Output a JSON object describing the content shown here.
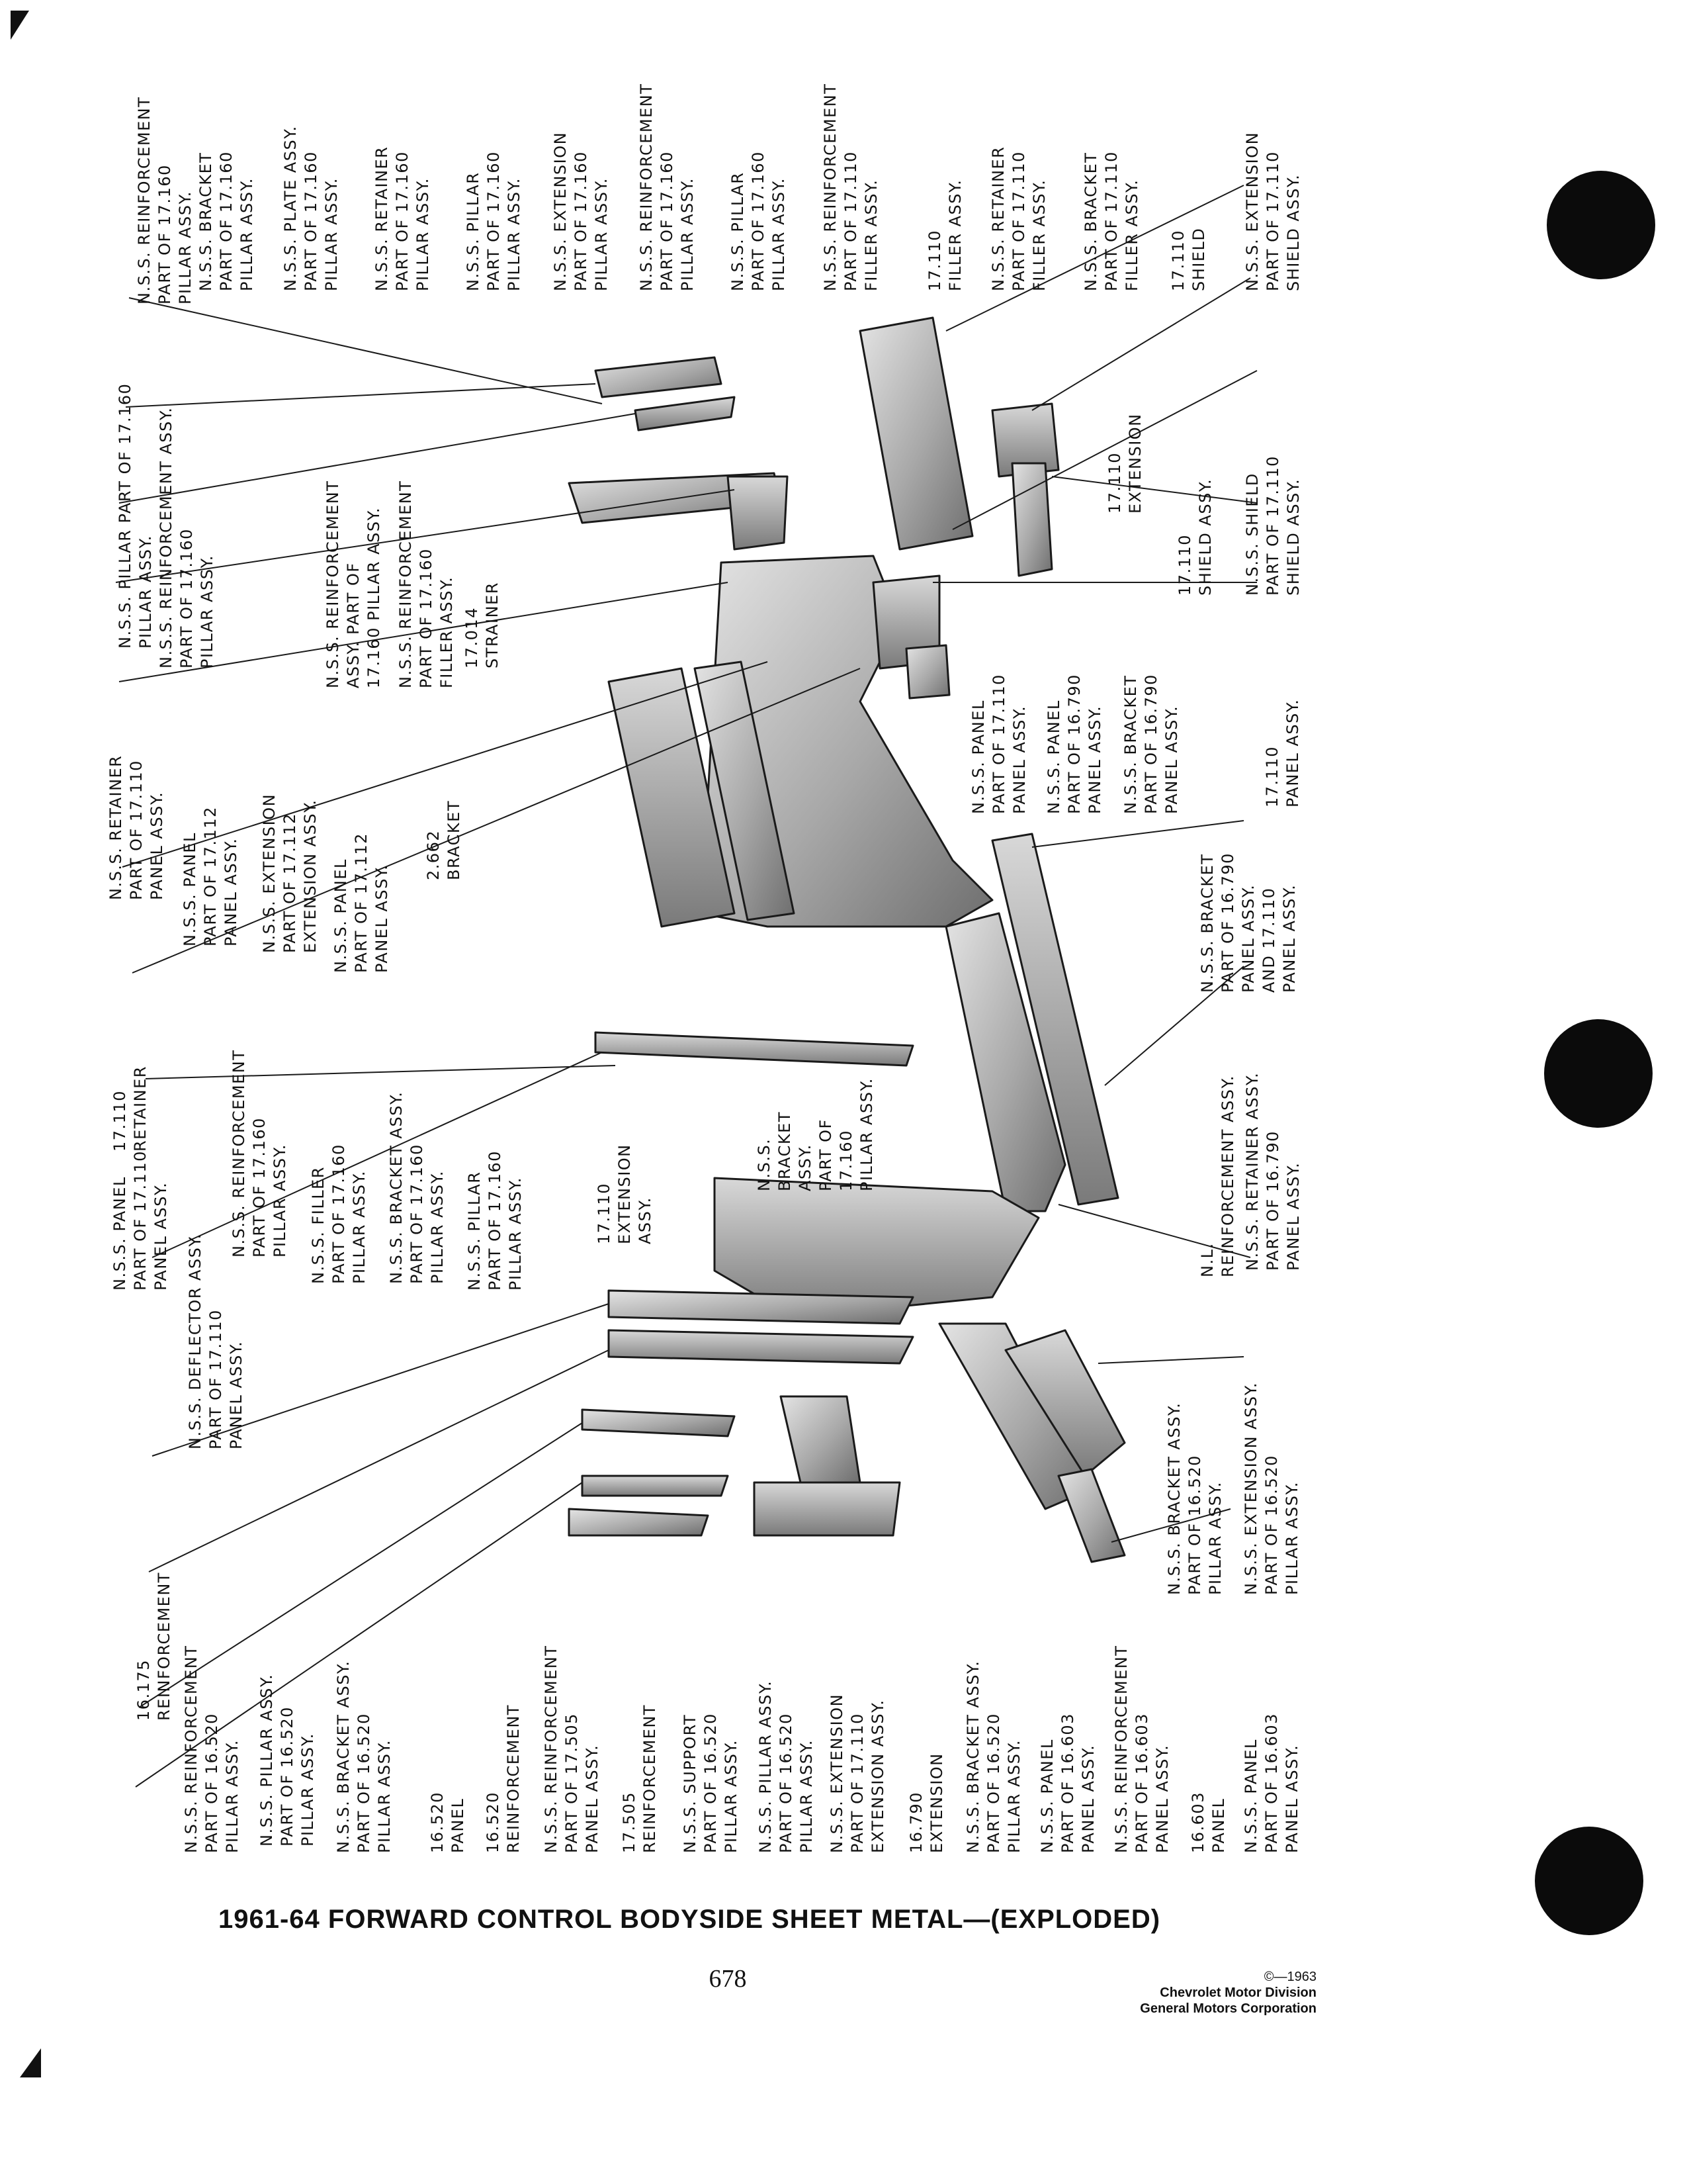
{
  "page": {
    "title": "1961-64 FORWARD CONTROL BODYSIDE SHEET METAL—(EXPLODED)",
    "page_number": "678",
    "copyright": {
      "line1": "©—1963",
      "line2": "Chevrolet Motor Division",
      "line3": "General Motors Corporation"
    }
  },
  "labels": {
    "top": [
      {
        "id": "t1",
        "lines": [
          "N.S.S. REINFORCEMENT",
          "PART OF 17.160",
          "PILLAR ASSY."
        ]
      },
      {
        "id": "t2",
        "lines": [
          "N.S.S. BRACKET",
          "PART OF 17.160",
          "PILLAR ASSY."
        ]
      },
      {
        "id": "t3",
        "lines": [
          "N.S.S. PLATE ASSY.",
          "PART OF 17.160",
          "PILLAR ASSY."
        ]
      },
      {
        "id": "t4",
        "lines": [
          "N.S.S. RETAINER",
          "PART OF 17.160",
          "PILLAR ASSY."
        ]
      },
      {
        "id": "t5",
        "lines": [
          "N.S.S. PILLAR",
          "PART OF 17.160",
          "PILLAR ASSY."
        ]
      },
      {
        "id": "t6",
        "lines": [
          "N.S.S. EXTENSION",
          "PART OF 17.160",
          "PILLAR ASSY."
        ]
      },
      {
        "id": "t7",
        "lines": [
          "N.S.S. REINFORCEMENT",
          "PART OF 17.160",
          "PILLAR ASSY."
        ]
      },
      {
        "id": "t8",
        "lines": [
          "N.S.S. PILLAR",
          "PART OF 17.160",
          "PILLAR ASSY."
        ]
      },
      {
        "id": "t9",
        "lines": [
          "N.S.S. REINFORCEMENT",
          "PART OF 17.110",
          "FILLER ASSY."
        ]
      },
      {
        "id": "t10",
        "lines": [
          "17.110",
          "FILLER ASSY."
        ]
      },
      {
        "id": "t11",
        "lines": [
          "N.S.S. RETAINER",
          "PART OF 17.110",
          "FILLER ASSY."
        ]
      },
      {
        "id": "t12",
        "lines": [
          "N.S.S. BRACKET",
          "PART OF 17.110",
          "FILLER ASSY."
        ]
      },
      {
        "id": "t13",
        "lines": [
          "17.110",
          "SHIELD"
        ]
      },
      {
        "id": "t14",
        "lines": [
          "N.S.S. EXTENSION",
          "PART OF 17.110",
          "SHIELD ASSY."
        ]
      }
    ],
    "upper_mid": [
      {
        "id": "m1",
        "lines": [
          "N.S.S. PILLAR PART OF 17.160",
          "PILLAR ASSY."
        ]
      },
      {
        "id": "m2",
        "lines": [
          "N.S.S. REINFORCEMENT ASSY.",
          "PART OF 17.160",
          "PILLAR ASSY."
        ]
      },
      {
        "id": "m3",
        "lines": [
          "N.S.S. REINFORCEMENT",
          "ASSY. PART OF",
          "17.160 PILLAR ASSY."
        ]
      },
      {
        "id": "m4",
        "lines": [
          "N.S.S. REINFORCEMENT",
          "PART OF 17.160",
          "FILLER ASSY."
        ]
      },
      {
        "id": "m5",
        "lines": [
          "17.014",
          "STRAINER"
        ]
      },
      {
        "id": "m6",
        "lines": [
          "17.110",
          "EXTENSION"
        ]
      },
      {
        "id": "m7",
        "lines": [
          "17.110",
          "SHIELD ASSY."
        ]
      },
      {
        "id": "m8",
        "lines": [
          "N.S.S. SHIELD",
          "PART OF 17.110",
          "SHIELD ASSY."
        ]
      }
    ],
    "middle_left": [
      {
        "id": "l1",
        "lines": [
          "N.S.S. RETAINER",
          "PART OF 17.110",
          "PANEL ASSY."
        ]
      },
      {
        "id": "l2",
        "lines": [
          "N.S.S. PANEL",
          "PART OF 17.112",
          "PANEL ASSY."
        ]
      },
      {
        "id": "l3",
        "lines": [
          "N.S.S. EXTENSION",
          "PART OF 17.112",
          "EXTENSION ASSY."
        ]
      },
      {
        "id": "l4",
        "lines": [
          "N.S.S. PANEL",
          "PART OF 17.112",
          "PANEL ASSY."
        ]
      },
      {
        "id": "l5",
        "lines": [
          "2.662",
          "BRACKET"
        ]
      }
    ],
    "middle_right": [
      {
        "id": "r1",
        "lines": [
          "N.S.S. PANEL",
          "PART OF 17.110",
          "PANEL ASSY."
        ]
      },
      {
        "id": "r2",
        "lines": [
          "N.S.S. PANEL",
          "PART OF 16.790",
          "PANEL ASSY."
        ]
      },
      {
        "id": "r3",
        "lines": [
          "N.S.S. BRACKET",
          "PART OF 16.790",
          "PANEL ASSY."
        ]
      },
      {
        "id": "r4",
        "lines": [
          "17.110",
          "PANEL ASSY."
        ]
      },
      {
        "id": "r5",
        "lines": [
          "N.S.S. BRACKET",
          "PART OF 16.790",
          "PANEL ASSY.",
          "AND 17.110",
          "PANEL ASSY."
        ]
      },
      {
        "id": "r6",
        "lines": [
          "N.L.",
          "REINFORCEMENT ASSY."
        ]
      },
      {
        "id": "r7",
        "lines": [
          "N.S.S. RETAINER ASSY.",
          "PART OF 16.790",
          "PANEL ASSY."
        ]
      }
    ],
    "lower_left": [
      {
        "id": "b1",
        "lines": [
          "17.110",
          "RETAINER"
        ]
      },
      {
        "id": "b2",
        "lines": [
          "N.S.S. PANEL",
          "PART OF 17.110",
          "PANEL ASSY."
        ]
      },
      {
        "id": "b3",
        "lines": [
          "N.S.S. DEFLECTOR ASSY.",
          "PART OF 17.110",
          "PANEL ASSY."
        ]
      },
      {
        "id": "b4",
        "lines": [
          "N.S.S. REINFORCEMENT",
          "PART OF 17.160",
          "PILLAR ASSY."
        ]
      },
      {
        "id": "b5",
        "lines": [
          "N.S.S. FILLER",
          "PART OF 17.160",
          "PILLAR ASSY."
        ]
      },
      {
        "id": "b6",
        "lines": [
          "N.S.S. BRACKET ASSY.",
          "PART OF 17.160",
          "PILLAR ASSY."
        ]
      },
      {
        "id": "b7",
        "lines": [
          "N.S.S. PILLAR",
          "PART OF 17.160",
          "PILLAR ASSY."
        ]
      },
      {
        "id": "b8",
        "lines": [
          "17.110",
          "EXTENSION",
          "ASSY."
        ]
      },
      {
        "id": "b9",
        "lines": [
          "N.S.S.",
          "BRACKET",
          "ASSY.",
          "PART OF",
          "17.160",
          "PILLAR ASSY."
        ]
      },
      {
        "id": "b10",
        "lines": [
          "N.S.S. BRACKET ASSY.",
          "PART OF 16.520",
          "PILLAR ASSY."
        ]
      },
      {
        "id": "b11",
        "lines": [
          "N.S.S. EXTENSION ASSY.",
          "PART OF 16.520",
          "PILLAR ASSY."
        ]
      }
    ],
    "bottom": [
      {
        "id": "z1",
        "lines": [
          "16.175",
          "REINFORCEMENT"
        ]
      },
      {
        "id": "z2",
        "lines": [
          "N.S.S. REINFORCEMENT",
          "PART OF 16.520",
          "PILLAR ASSY."
        ]
      },
      {
        "id": "z3",
        "lines": [
          "N.S.S. PILLAR ASSY.",
          "PART OF 16.520",
          "PILLAR ASSY."
        ]
      },
      {
        "id": "z4",
        "lines": [
          "N.S.S. BRACKET ASSY.",
          "PART OF 16.520",
          "PILLAR ASSY."
        ]
      },
      {
        "id": "z5",
        "lines": [
          "16.520",
          "PANEL"
        ]
      },
      {
        "id": "z6",
        "lines": [
          "16.520",
          "REINFORCEMENT"
        ]
      },
      {
        "id": "z7",
        "lines": [
          "N.S.S. REINFORCEMENT",
          "PART OF 17.505",
          "PANEL ASSY."
        ]
      },
      {
        "id": "z8",
        "lines": [
          "17.505",
          "REINFORCEMENT"
        ]
      },
      {
        "id": "z9",
        "lines": [
          "N.S.S. SUPPORT",
          "PART OF 16.520",
          "PILLAR ASSY."
        ]
      },
      {
        "id": "z10",
        "lines": [
          "N.S.S. PILLAR ASSY.",
          "PART OF 16.520",
          "PILLAR ASSY."
        ]
      },
      {
        "id": "z11",
        "lines": [
          "N.S.S. EXTENSION",
          "PART OF 17.110",
          "EXTENSION ASSY."
        ]
      },
      {
        "id": "z12",
        "lines": [
          "16.790",
          "EXTENSION"
        ]
      },
      {
        "id": "z13",
        "lines": [
          "N.S.S. BRACKET ASSY.",
          "PART OF 16.520",
          "PILLAR ASSY."
        ]
      },
      {
        "id": "z14",
        "lines": [
          "N.S.S. PANEL",
          "PART OF 16.603",
          "PANEL ASSY."
        ]
      },
      {
        "id": "z15",
        "lines": [
          "N.S.S. REINFORCEMENT",
          "PART OF 16.603",
          "PANEL ASSY."
        ]
      },
      {
        "id": "z16",
        "lines": [
          "16.603",
          "PANEL"
        ]
      },
      {
        "id": "z17",
        "lines": [
          "N.S.S. PANEL",
          "PART OF 16.603",
          "PANEL ASSY."
        ]
      }
    ]
  }
}
